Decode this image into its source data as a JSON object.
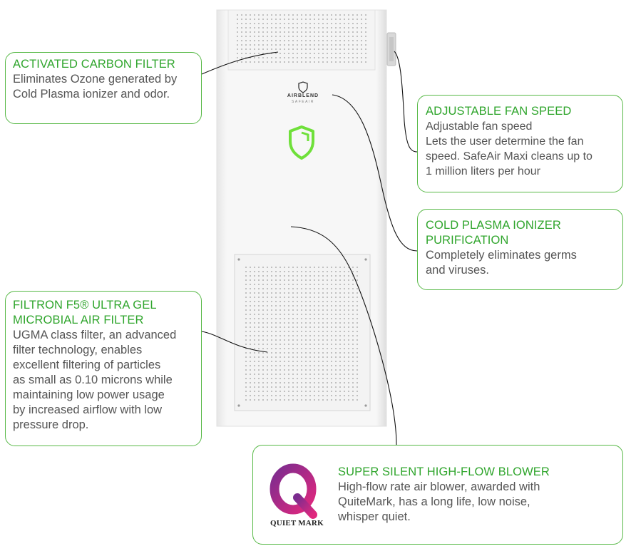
{
  "device": {
    "brand": "AIRBLEND",
    "model": "SAFEAIR"
  },
  "callouts": {
    "carbon": {
      "title": "ACTIVATED CARBON FILTER",
      "desc": [
        "Eliminates Ozone generated by",
        "Cold Plasma ionizer and odor."
      ]
    },
    "fan": {
      "title": "ADJUSTABLE FAN SPEED",
      "desc": [
        "Adjustable fan speed",
        "Lets the user determine the fan",
        "speed. SafeAir Maxi cleans up to",
        "1 million liters per hour"
      ]
    },
    "plasma": {
      "title": [
        "COLD PLASMA IONIZER",
        "PURIFICATION"
      ],
      "desc": [
        "Completely eliminates germs",
        "and viruses."
      ]
    },
    "filtron": {
      "title": [
        "FILTRON F5® ULTRA GEL",
        "MICROBIAL AIR FILTER"
      ],
      "desc": [
        "UGMA class filter, an advanced",
        "filter technology, enables",
        "excellent filtering of particles",
        "as small as 0.10 microns while",
        "maintaining low power usage",
        "by increased airflow with low",
        "pressure drop."
      ]
    },
    "blower": {
      "title": "SUPER SILENT HIGH-FLOW BLOWER",
      "desc": [
        "High-flow rate air blower, awarded with",
        "QuiteMark, has a long life, low noise,",
        "whisper quiet."
      ],
      "badge": "QUIET MARK"
    }
  },
  "colors": {
    "accent": "#58b947",
    "title": "#2fa52c",
    "text": "#555555",
    "shield": "#6fe03a",
    "quietmark_purple": "#7b2c8f",
    "quietmark_pink": "#e0287e"
  }
}
